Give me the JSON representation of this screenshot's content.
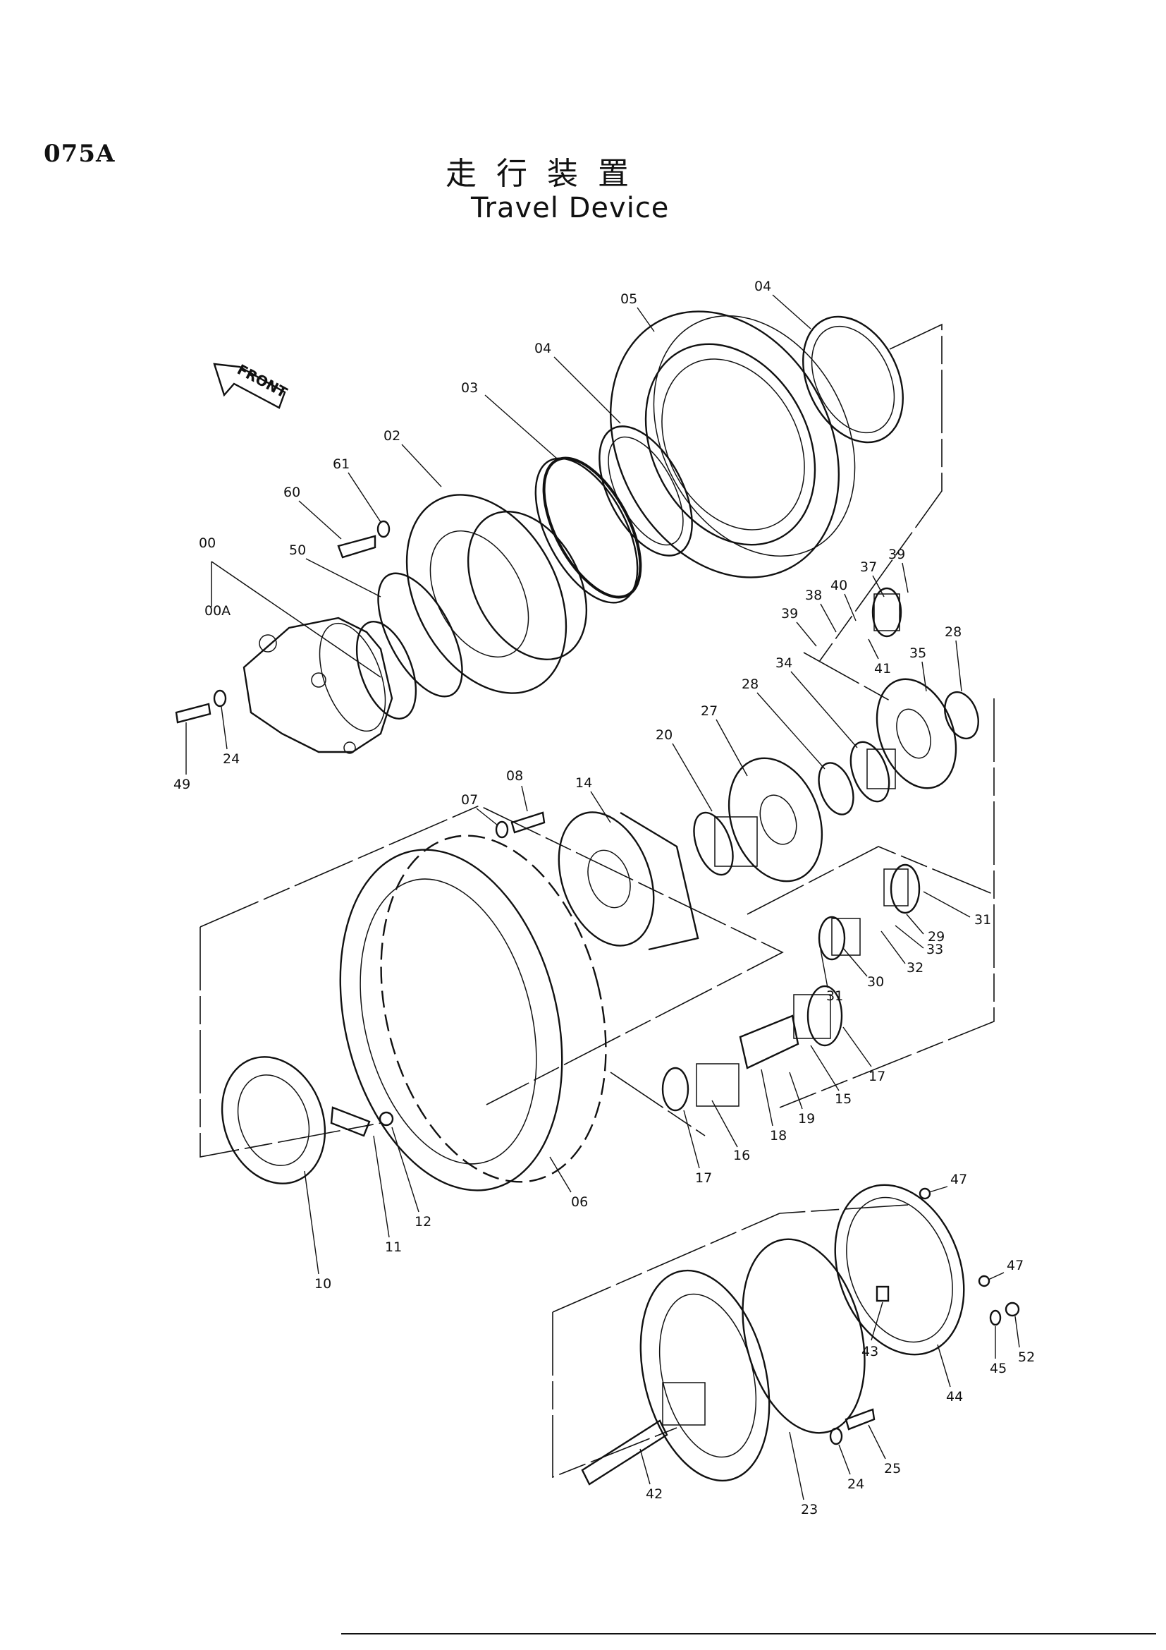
{
  "header": {
    "page_code": "075A",
    "title_jp": "走行装置",
    "title_en": "Travel Device"
  },
  "front_arrow": {
    "label": "FRONT"
  },
  "callouts": [
    "00",
    "00A",
    "02",
    "03",
    "04",
    "04",
    "05",
    "06",
    "07",
    "08",
    "10",
    "11",
    "12",
    "14",
    "15",
    "16",
    "17",
    "17",
    "18",
    "19",
    "20",
    "23",
    "24",
    "24",
    "25",
    "27",
    "28",
    "28",
    "29",
    "30",
    "31",
    "31",
    "32",
    "33",
    "34",
    "35",
    "37",
    "38",
    "39",
    "39",
    "40",
    "41",
    "42",
    "43",
    "44",
    "45",
    "47",
    "47",
    "49",
    "50",
    "52",
    "60",
    "61"
  ]
}
